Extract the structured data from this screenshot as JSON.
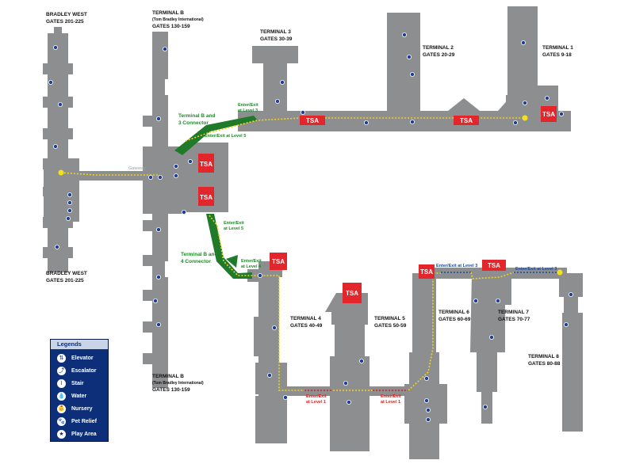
{
  "terminals": {
    "bradley_top": {
      "name": "BRADLEY WEST",
      "gates": "GATES 201-225"
    },
    "bradley_bottom": {
      "name": "BRADLEY WEST",
      "gates": "GATES 201-225"
    },
    "tbit_top": {
      "name": "TERMINAL B",
      "sub": "(Tom Bradley International)",
      "gates": "GATES 130-159"
    },
    "tbit_bottom": {
      "name": "TERMINAL B",
      "sub": "(Tom Bradley International)",
      "gates": "GATES 130-159"
    },
    "t1": {
      "name": "TERMINAL 1",
      "gates": "GATES 9-18"
    },
    "t2": {
      "name": "TERMINAL 2",
      "gates": "GATES 20-29"
    },
    "t3": {
      "name": "TERMINAL 3",
      "gates": "GATES 30-39"
    },
    "t4": {
      "name": "TERMINAL 4",
      "gates": "GATES 40-49"
    },
    "t5": {
      "name": "TERMINAL 5",
      "gates": "GATES 50-59"
    },
    "t6": {
      "name": "TERMINAL 6",
      "gates": "GATES 60-69"
    },
    "t7": {
      "name": "TERMINAL 7",
      "gates": "GATES 70-77"
    },
    "t8": {
      "name": "TERMINAL 8",
      "gates": "GATES 80-88"
    }
  },
  "connectors": {
    "b3_line1": "Terminal B and",
    "b3_line2": "3 Connector",
    "b4_line1": "Terminal B and",
    "b4_line2": "4 Connector",
    "gateway": "Gateway"
  },
  "access_labels": {
    "level3_a": "Enter/Exit",
    "level3_b": "at Level 3",
    "level5_top": "Enter/Exit at Level 5",
    "level5_a": "Enter/Exit",
    "level5_b": "at Level 5",
    "level4_a": "Enter/Exit",
    "level4_b": "at Level 4",
    "level1_t4_a": "Enter/Exit",
    "level1_t4_b": "at Level 1",
    "level1_t5_a": "Enter/Exit",
    "level1_t5_b": "at Level 1",
    "level3_t6": "Enter/Exit at Level 3",
    "level3_t7": "Enter/Exit at Level 3"
  },
  "tsa_label": "TSA",
  "legend": {
    "title": "Legends",
    "items": [
      {
        "icon": "elevator-icon",
        "glyph": "⇅",
        "label": "Elevator"
      },
      {
        "icon": "escalator-icon",
        "glyph": "⤴",
        "label": "Escalator"
      },
      {
        "icon": "stair-icon",
        "glyph": "⌇",
        "label": "Stair"
      },
      {
        "icon": "water-icon",
        "glyph": "💧",
        "label": "Water"
      },
      {
        "icon": "nursery-icon",
        "glyph": "👶",
        "label": "Nursery"
      },
      {
        "icon": "pet-relief-icon",
        "glyph": "🐾",
        "label": "Pet Relief"
      },
      {
        "icon": "play-area-icon",
        "glyph": "★",
        "label": "Play Area"
      }
    ]
  },
  "colors": {
    "building": "#8d8e90",
    "tsa": "#e3262b",
    "connector_green": "#1f7a2a",
    "path_yellow": "#f3d21a",
    "path_red": "#d92020",
    "path_blue": "#1f4a9a",
    "legend_bg": "#0d2f7a"
  }
}
